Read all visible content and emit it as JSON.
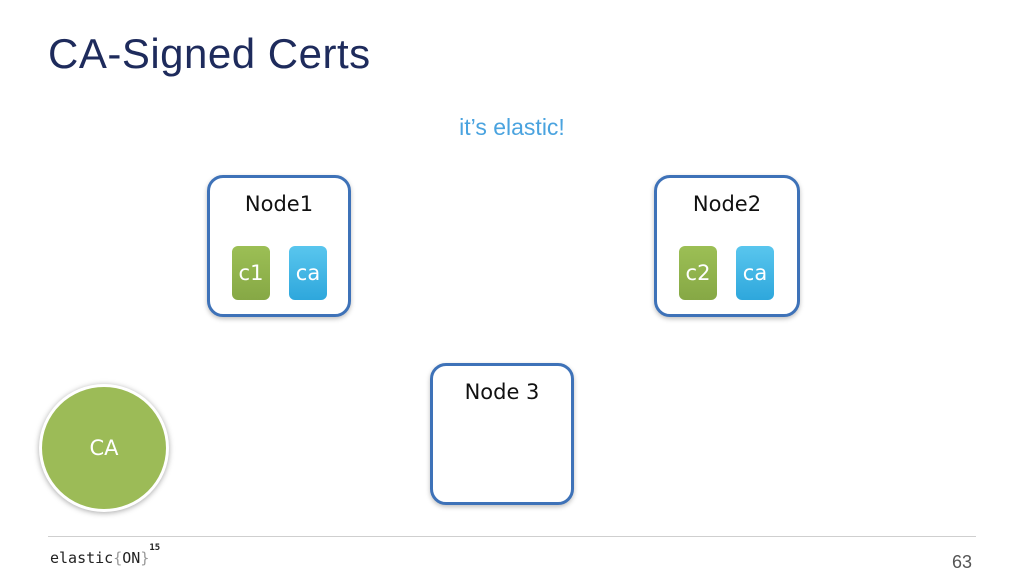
{
  "slide": {
    "title": "CA-Signed Certs",
    "subtitle": "it’s elastic!",
    "page_number": "63"
  },
  "nodes": [
    {
      "label": "Node1",
      "certs": [
        {
          "label": "c1",
          "color": "#9cbf55"
        },
        {
          "label": "ca",
          "color": "#3fb3e5"
        }
      ]
    },
    {
      "label": "Node2",
      "certs": [
        {
          "label": "c2",
          "color": "#9cbf55"
        },
        {
          "label": "ca",
          "color": "#3fb3e5"
        }
      ]
    },
    {
      "label": "Node 3",
      "certs": []
    }
  ],
  "ca": {
    "label": "CA",
    "color": "#9cbb57"
  },
  "logo": {
    "text": "elastic",
    "open_brace": "{",
    "brand": "ON",
    "close_brace": "}",
    "year": "15"
  },
  "colors": {
    "title": "#1e2b5c",
    "subtitle": "#4aa3df",
    "node_border": "#3e72b8"
  }
}
